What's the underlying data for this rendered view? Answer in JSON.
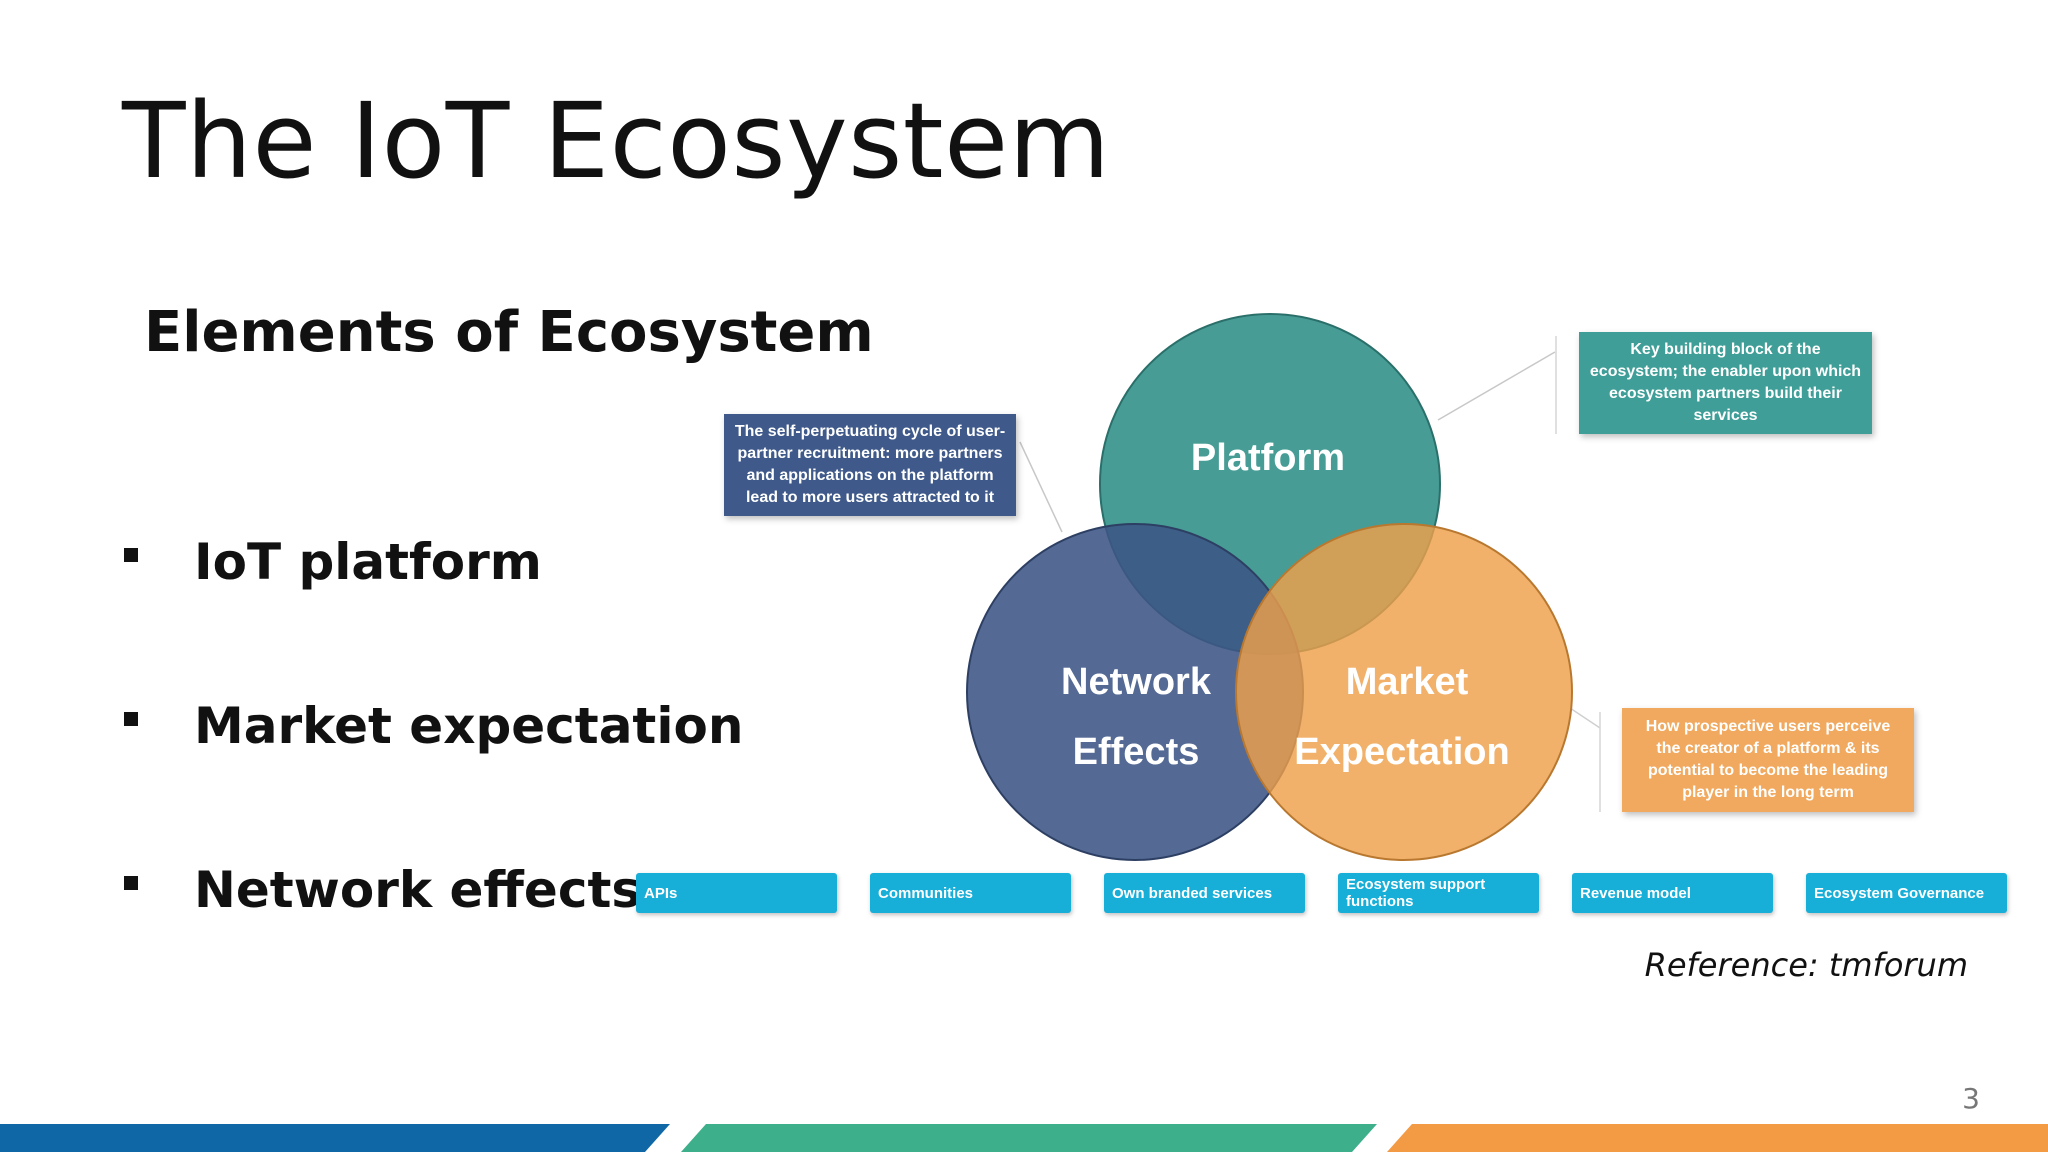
{
  "slide": {
    "title": "The IoT Ecosystem",
    "section_heading": "Elements of Ecosystem",
    "bullets": [
      {
        "text": "IoT platform",
        "suffix": ""
      },
      {
        "text": "Market expectation",
        "suffix": ""
      },
      {
        "text": "Network effects",
        "suffix": "."
      }
    ],
    "reference": "Reference: tmforum",
    "page_number": "3"
  },
  "diagram": {
    "circles": {
      "platform": {
        "line1": "Platform",
        "line2": "",
        "color": "#2e8f88"
      },
      "network": {
        "line1": "Network",
        "line2": "Effects",
        "color": "#3c5585"
      },
      "market": {
        "line1": "Market",
        "line2": "Expectation",
        "color": "#eea04a"
      }
    },
    "callouts": {
      "network": "The self-perpetuating cycle of user-partner recruitment: more partners and applications on the platform lead to more users attracted to it",
      "platform": "Key building block of the ecosystem; the enabler upon which ecosystem partners build their services",
      "market": "How prospective users perceive the creator of a platform & its potential to become the leading player in the long term"
    },
    "bar_items": [
      "APIs",
      "Communities",
      "Own branded services",
      "Ecosystem support functions",
      "Revenue model",
      "Ecosystem Governance"
    ]
  },
  "colors": {
    "footer_blue": "#0f67a6",
    "footer_green": "#3daf8a",
    "footer_orange": "#f39a45",
    "bar_cyan": "#17aed8"
  }
}
